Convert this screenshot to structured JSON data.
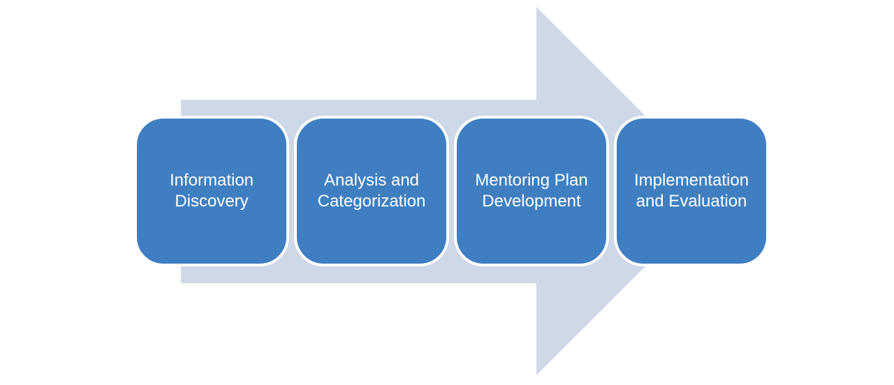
{
  "diagram": {
    "type": "process-flow-arrow",
    "direction": "right"
  },
  "steps": [
    {
      "label": "Information Discovery"
    },
    {
      "label": "Analysis and Categorization"
    },
    {
      "label": "Mentoring Plan Development"
    },
    {
      "label": "Implementation and Evaluation"
    }
  ],
  "style": {
    "background": "#ffffff",
    "arrow_fill": "#cfd8e7",
    "step_fill": "#3f7fc1",
    "step_border": "#ffffff",
    "step_text": "#ffffff"
  }
}
